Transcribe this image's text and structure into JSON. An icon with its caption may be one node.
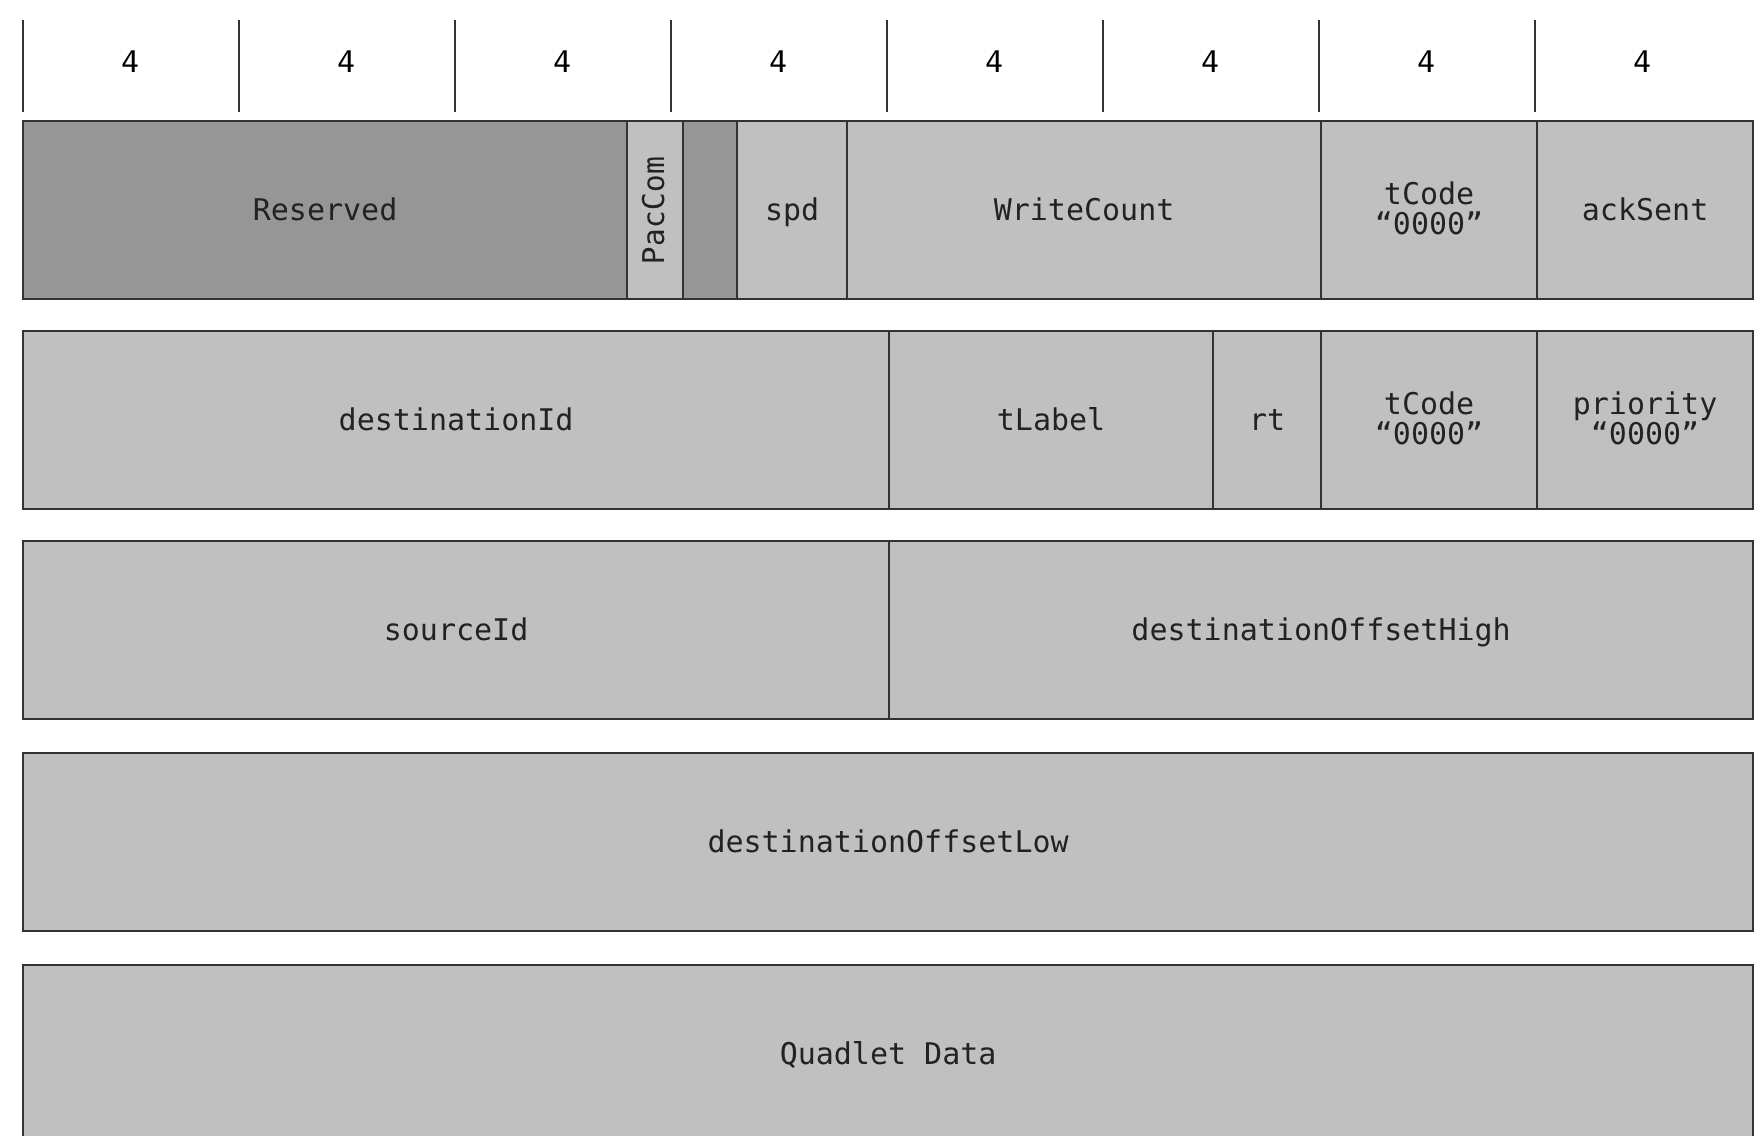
{
  "diagram": {
    "nodes": [
      {
        "text": [
          "Reserved"
        ]
      },
      {
        "text": [
          "PacCom"
        ]
      },
      {
        "text": [],
        "shape": "box"
      },
      {
        "text": [
          "spd"
        ]
      },
      {
        "text": [
          "WriteCount"
        ]
      },
      {
        "text": [
          "tCode",
          "“0000”"
        ]
      },
      {
        "text": [
          "ackSent"
        ]
      },
      {
        "text": [
          "destinationId"
        ]
      },
      {
        "text": [
          "tLabel"
        ]
      },
      {
        "text": [
          "rt"
        ]
      },
      {
        "text": [
          "tCode",
          "“0000”"
        ]
      },
      {
        "text": [
          "priority",
          "“0000”"
        ]
      },
      {
        "text": [
          "sourceId"
        ]
      },
      {
        "text": [
          "destinationOffsetHigh"
        ]
      },
      {
        "text": [
          "destinationOffsetLow"
        ]
      },
      {
        "text": [
          "Quadlet Data"
        ]
      }
    ],
    "labels": [
      "4",
      "4",
      "4",
      "4",
      "4",
      "4",
      "4",
      "4"
    ]
  }
}
